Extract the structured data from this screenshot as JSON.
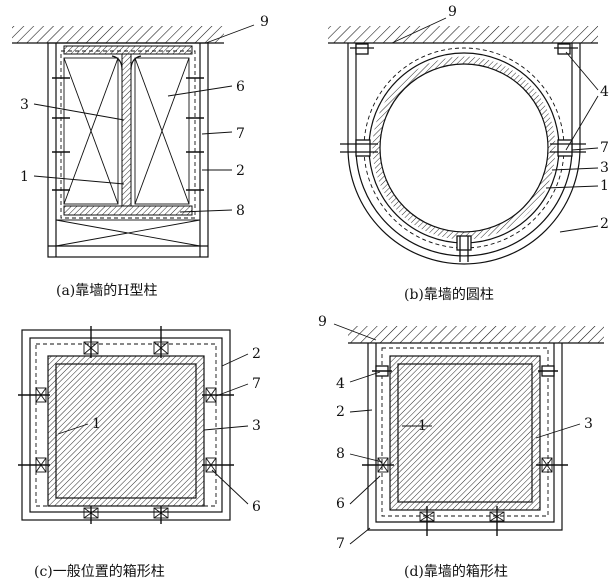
{
  "panels": {
    "a": {
      "caption": "(a)靠墙的H型柱",
      "labels": {
        "l9": "9",
        "l3": "3",
        "l1": "1",
        "l6": "6",
        "l7": "7",
        "l2": "2",
        "l8": "8"
      }
    },
    "b": {
      "caption": "(b)靠墙的圆柱",
      "labels": {
        "l9": "9",
        "l4": "4",
        "l7": "7",
        "l3": "3",
        "l1": "1",
        "l2": "2"
      }
    },
    "c": {
      "caption": "(c)一般位置的箱形柱",
      "labels": {
        "l1": "1",
        "l2": "2",
        "l7": "7",
        "l3": "3",
        "l6": "6"
      }
    },
    "d": {
      "caption": "(d)靠墙的箱形柱",
      "labels": {
        "l9": "9",
        "l4": "4",
        "l2": "2",
        "l1": "1",
        "l3": "3",
        "l8": "8",
        "l6": "6",
        "l7": "7"
      }
    }
  }
}
